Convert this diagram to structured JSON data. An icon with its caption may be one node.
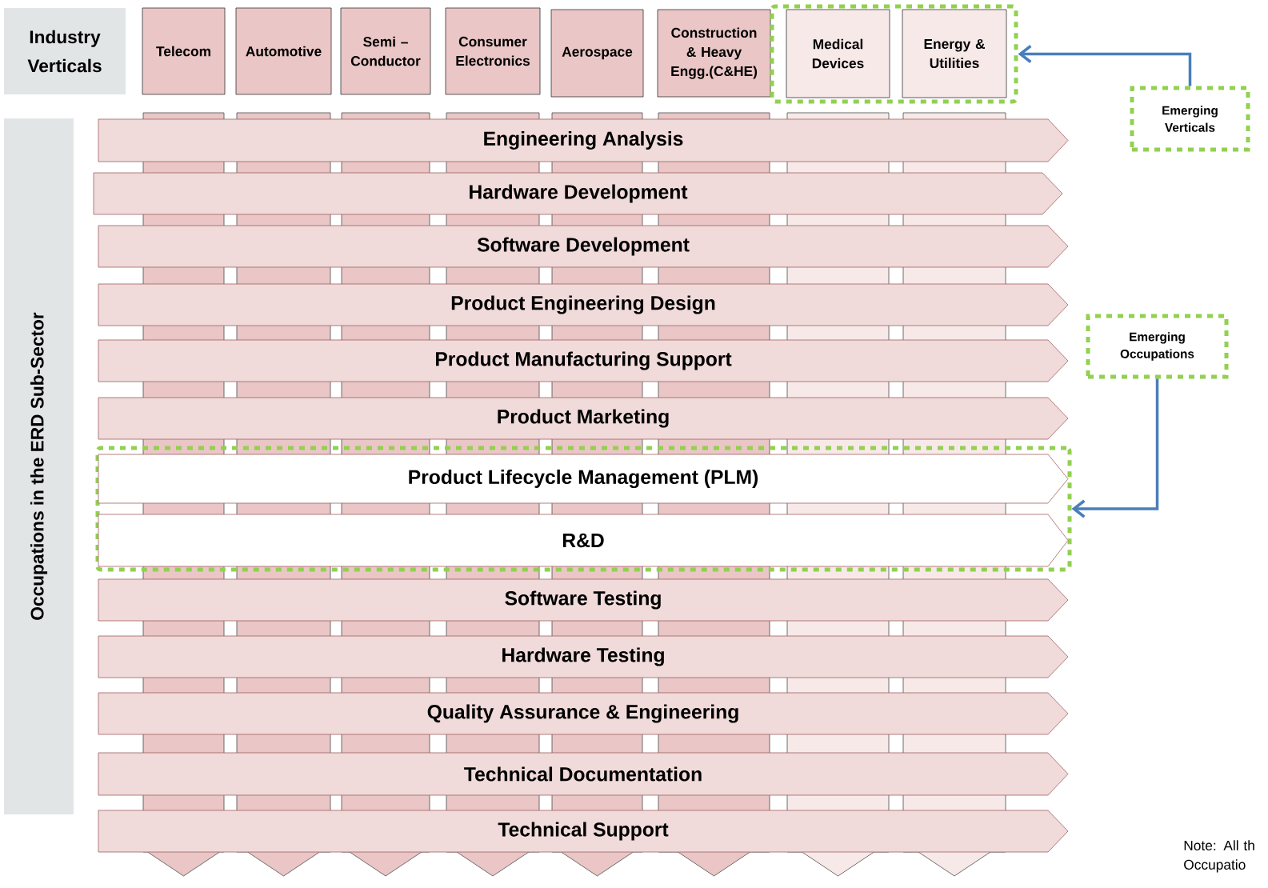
{
  "diagram": {
    "nodes": [
      {
        "text": [
          "Industry Verticals"
        ]
      },
      {
        "text": [
          "Telecom"
        ]
      },
      {
        "text": [
          "Automotive"
        ]
      },
      {
        "text": [
          "Semi – Conductor"
        ]
      },
      {
        "text": [
          "Consumer Electronics"
        ]
      },
      {
        "text": [
          "Aerospace"
        ]
      },
      {
        "text": [
          "Construction & Heavy Engg.(C&HE)"
        ]
      },
      {
        "text": [],
        "shape": "box"
      },
      {
        "text": [
          "Medical Devices"
        ],
        "in": 7
      },
      {
        "text": [
          "Energy & Utilities"
        ],
        "in": 7
      },
      {
        "text": [
          "Emerging Verticals"
        ]
      },
      {
        "text": [
          "Occupations in the ERD Sub-Sector"
        ]
      },
      {
        "text": [
          "Engineering Analysis"
        ]
      },
      {
        "text": [
          "Hardware Development"
        ]
      },
      {
        "text": [
          "Software Development"
        ]
      },
      {
        "text": [
          "Product Engineering Design"
        ]
      },
      {
        "text": [
          "Product Manufacturing Support"
        ]
      },
      {
        "text": [
          "Product Marketing"
        ]
      },
      {
        "text": [],
        "shape": "box"
      },
      {
        "text": [
          "Product Lifecycle Management (PLM)"
        ],
        "in": 18
      },
      {
        "text": [
          "R&D"
        ],
        "in": 18
      },
      {
        "text": [
          "Software Testing"
        ]
      },
      {
        "text": [
          "Hardware Testing"
        ]
      },
      {
        "text": [
          "Quality Assurance & Engineering"
        ]
      },
      {
        "text": [
          "Technical Documentation"
        ]
      },
      {
        "text": [
          "Technical Support"
        ]
      },
      {
        "text": [
          "Emerging Occupations"
        ]
      }
    ],
    "edges": [
      {
        "from": 10,
        "to": 7,
        "arrow": "to"
      },
      {
        "from": 26,
        "to": 18,
        "arrow": "to"
      }
    ],
    "labels": [
      "Note: All th Occupatio"
    ]
  }
}
